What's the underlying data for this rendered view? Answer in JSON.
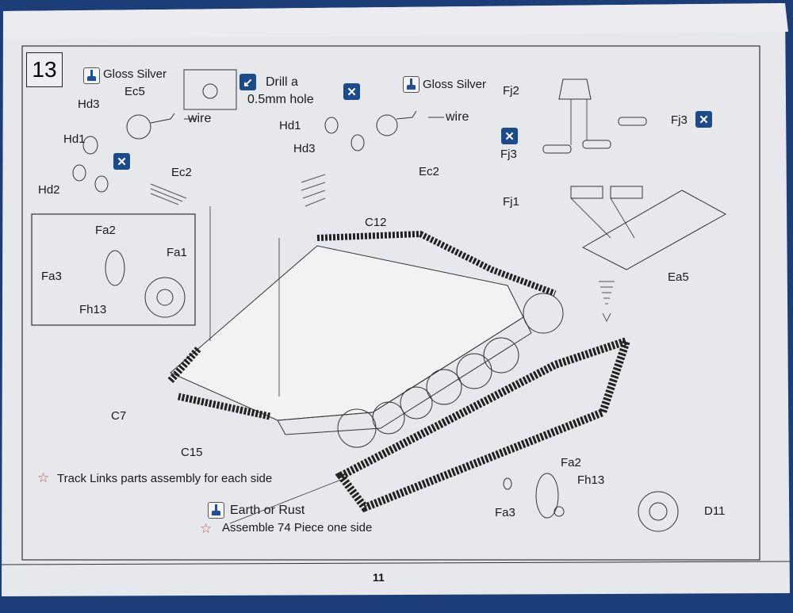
{
  "step": {
    "number": "13"
  },
  "page": {
    "number": "11"
  },
  "colors": {
    "background": "#1b3e78",
    "paper": "#e7e8ec",
    "glue_icon": "#1c4b8c",
    "star": "#c2575b"
  },
  "callouts": {
    "left_headlight": {
      "paint": "Gloss Silver",
      "ec5": "Ec5",
      "hd3": "Hd3",
      "hd1": "Hd1",
      "hd2": "Hd2",
      "wire": "wire",
      "ec2": "Ec2"
    },
    "drill": {
      "line1": "Drill a",
      "line2": "0.5mm hole"
    },
    "right_headlight": {
      "paint": "Gloss Silver",
      "hd1": "Hd1",
      "hd3": "Hd3",
      "wire": "wire",
      "ec2": "Ec2"
    },
    "hatch_parts": {
      "fj2": "Fj2",
      "fj3_right": "Fj3",
      "fj3_left": "Fj3",
      "fj1": "Fj1",
      "ea5": "Ea5"
    },
    "hull": {
      "c12": "C12",
      "c7": "C7",
      "c15": "C15"
    },
    "wheel_inset": {
      "fa2": "Fa2",
      "fa1": "Fa1",
      "fa3": "Fa3",
      "fh13": "Fh13"
    },
    "idler": {
      "fa2": "Fa2",
      "fh13": "Fh13",
      "fa3": "Fa3",
      "d11": "D11"
    }
  },
  "notes": {
    "track_links": "Track Links parts assembly for each side",
    "track_paint": "Earth or Rust",
    "assemble": "Assemble 74 Piece one side"
  },
  "icons": {
    "paint": "paintbrush-icon",
    "glue": "cement-icon",
    "drill": "drill-icon",
    "star": "star-icon"
  }
}
